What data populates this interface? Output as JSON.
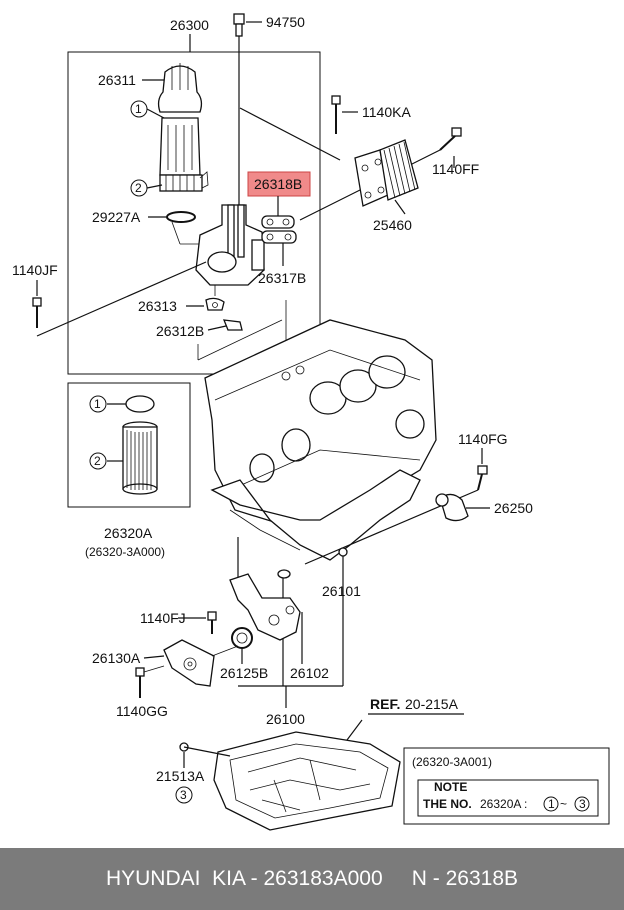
{
  "labels": {
    "assy": "26300",
    "sensor": "94750",
    "cap": "26311",
    "bolt_ka": "1140KA",
    "bolt_ff": "1140FF",
    "highlight": "26318B",
    "oring": "29227A",
    "cooler": "25460",
    "gasket": "26317B",
    "bolt_jf": "1140JF",
    "part_313": "26313",
    "part_312b": "26312B",
    "filter": "26320A",
    "filter_alt": "(26320-3A000)",
    "bolt_fg": "1140FG",
    "plug": "26250",
    "pump_seal": "26101",
    "bolt_fj": "1140FJ",
    "chain_cover": "26130A",
    "sprocket": "26125B",
    "pump_body": "26102",
    "oil_pump": "26100",
    "ref": "REF.",
    "ref_num": "20-215A",
    "drain": "21513A",
    "bolt_gg": "1140GG"
  },
  "callouts": {
    "c1": "1",
    "c2": "2",
    "c3": "3"
  },
  "note": {
    "code": "(26320-3A001)",
    "title": "NOTE",
    "line_prefix": "THE NO.",
    "line_part": "26320A :",
    "line_from": "1",
    "line_sep": "~",
    "line_to": "3"
  },
  "footer": {
    "text": "HYUNDAI  KIA - 263183A000     N - 26318B"
  },
  "colors": {
    "highlight_fill": "#f08a8a",
    "footer_bg": "#7b7b7b"
  }
}
